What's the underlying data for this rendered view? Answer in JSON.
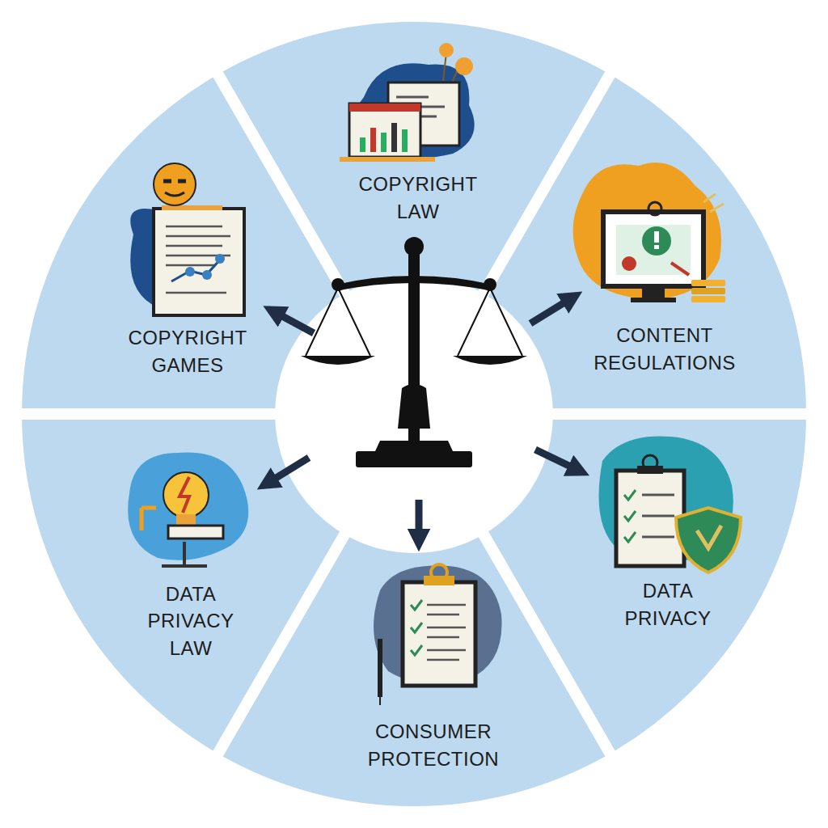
{
  "diagram": {
    "nodes": [
      {
        "text": [
          "COPYRIGHT LAW"
        ]
      },
      {
        "text": [
          "COPYRIGHT GAMES"
        ]
      },
      {
        "text": [
          "CONTENT REGULATIONS"
        ]
      },
      {
        "text": [
          "DATA PRIVACY LAW"
        ]
      },
      {
        "text": [
          "DATA PRIVACY"
        ]
      },
      {
        "text": [
          "CONSUMER PROTECTION"
        ]
      }
    ]
  }
}
